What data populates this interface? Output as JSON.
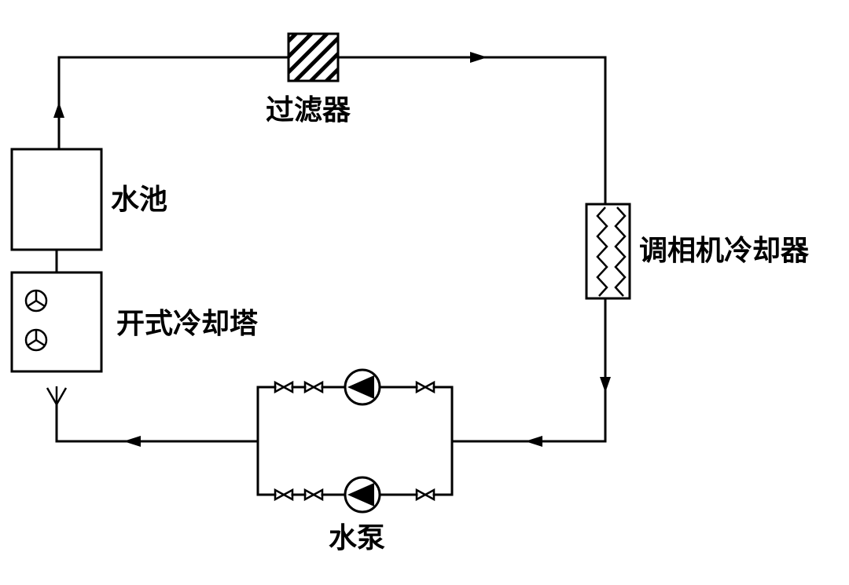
{
  "labels": {
    "filter": "过滤器",
    "water_pool": "水池",
    "cooling_tower": "开式冷却塔",
    "condenser_cooler": "调相机冷却器",
    "water_pump": "水泵"
  },
  "colors": {
    "stroke": "#000000",
    "background": "#ffffff"
  },
  "icons": {
    "filter": "hatched-filter-icon",
    "cooler": "zigzag-heat-exchanger-icon",
    "fan": "fan-icon",
    "pump": "pump-icon",
    "valve": "valve-icon",
    "spray": "spray-nozzle-icon",
    "arrow": "flow-arrow-icon"
  }
}
